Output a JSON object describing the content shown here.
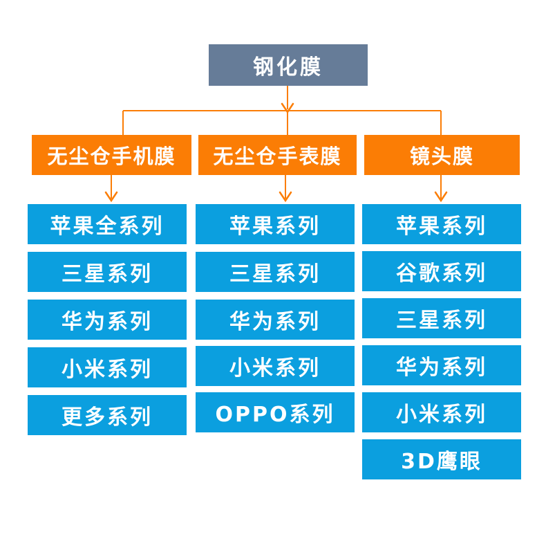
{
  "root": {
    "label": "钢化膜"
  },
  "colors": {
    "root": "#667c98",
    "category": "#fb7d05",
    "item": "#0b9fdf",
    "connector": "#fb7d05"
  },
  "columns": [
    {
      "category": "无尘仓手机膜",
      "items": [
        "苹果全系列",
        "三星系列",
        "华为系列",
        "小米系列",
        "更多系列"
      ]
    },
    {
      "category": "无尘仓手表膜",
      "items": [
        "苹果系列",
        "三星系列",
        "华为系列",
        "小米系列",
        "OPPO系列"
      ]
    },
    {
      "category": "镜头膜",
      "items": [
        "苹果系列",
        "谷歌系列",
        "三星系列",
        "华为系列",
        "小米系列",
        "3D鹰眼"
      ]
    }
  ]
}
